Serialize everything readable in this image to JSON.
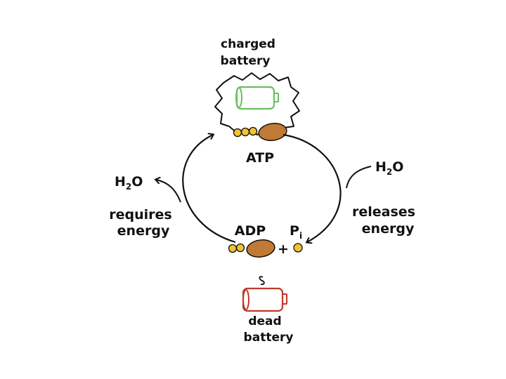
{
  "diagram": {
    "charged_battery": [
      "charged",
      "battery"
    ],
    "atp_label": "ATP",
    "adp_label": "ADP",
    "phosphate": {
      "base": "P",
      "sub": "i"
    },
    "plus": "+",
    "dead_battery": [
      "dead",
      "battery"
    ],
    "water_left": {
      "h": "H",
      "two": "2",
      "o": "O"
    },
    "water_right": {
      "h": "H",
      "two": "2",
      "o": "O"
    },
    "left_caption": [
      "requires",
      "energy"
    ],
    "right_caption": [
      "releases",
      "energy"
    ],
    "colors": {
      "charged_battery": "#6abf5e",
      "dead_battery": "#c0392b",
      "ribose": "#c07a35",
      "phosphate": "#f1c232",
      "ink": "#111111"
    }
  }
}
